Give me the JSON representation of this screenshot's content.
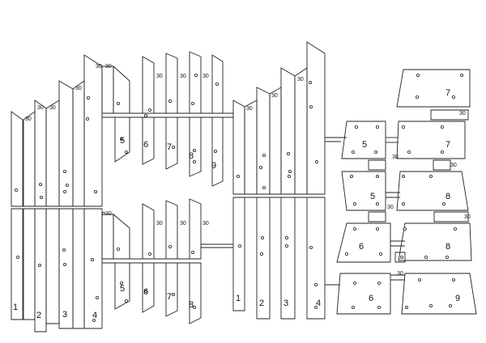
{
  "colors": {
    "line": "#222222",
    "background": "#ffffff"
  },
  "dimension_label": "30",
  "group_a": {
    "lower_labels": [
      "1",
      "2",
      "3",
      "4"
    ],
    "upper_labels": [
      "5",
      "6",
      "7",
      "8",
      "9"
    ],
    "repeat_labels": [
      "5",
      "6",
      "7",
      "8"
    ]
  },
  "group_b": {
    "lower_labels": [
      "1",
      "2",
      "3",
      "4"
    ]
  },
  "panels": {
    "row1": [
      "7"
    ],
    "row2": [
      "5",
      "7"
    ],
    "row3": [
      "5",
      "8"
    ],
    "row4": [
      "6",
      "8"
    ],
    "row5": [
      "6",
      "9"
    ]
  }
}
